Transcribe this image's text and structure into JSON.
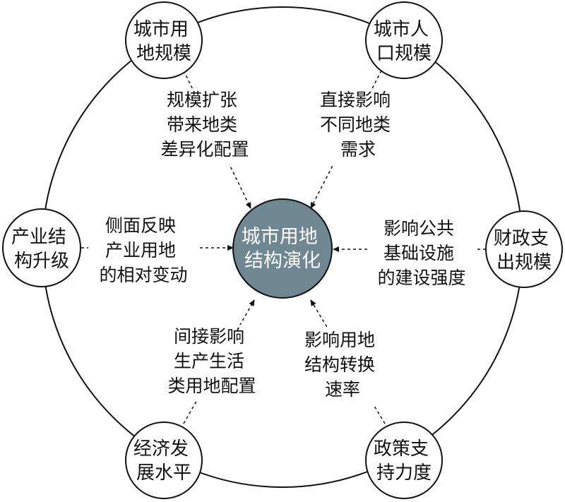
{
  "diagram": {
    "center": {
      "lines": [
        "城市用地",
        "结构演化"
      ],
      "fill_color": "#6e8790"
    },
    "nodes": {
      "top_left": {
        "lines": [
          "城市用",
          "地规模"
        ]
      },
      "top_right": {
        "lines": [
          "城市人",
          "口规模"
        ]
      },
      "left": {
        "lines": [
          "产业结",
          "构升级"
        ]
      },
      "right": {
        "lines": [
          "财政支",
          "出规模"
        ]
      },
      "bottom_left": {
        "lines": [
          "经济发",
          "展水平"
        ]
      },
      "bottom_right": {
        "lines": [
          "政策支",
          "持力度"
        ]
      }
    },
    "labels": {
      "top_left": {
        "lines": [
          "规模扩张",
          "带来地类",
          "差异化配置"
        ]
      },
      "top_right": {
        "lines": [
          "直接影响",
          "不同地类",
          "需求"
        ]
      },
      "left": {
        "lines": [
          "侧面反映",
          "产业用地",
          "的相对变动"
        ]
      },
      "right": {
        "lines": [
          "影响公共",
          "基础设施",
          "的建设强度"
        ]
      },
      "bottom_left": {
        "lines": [
          "间接影响",
          "生产生活",
          "类用地配置"
        ]
      },
      "bottom_right": {
        "lines": [
          "影响用地",
          "结构转换",
          "速率"
        ]
      }
    }
  }
}
